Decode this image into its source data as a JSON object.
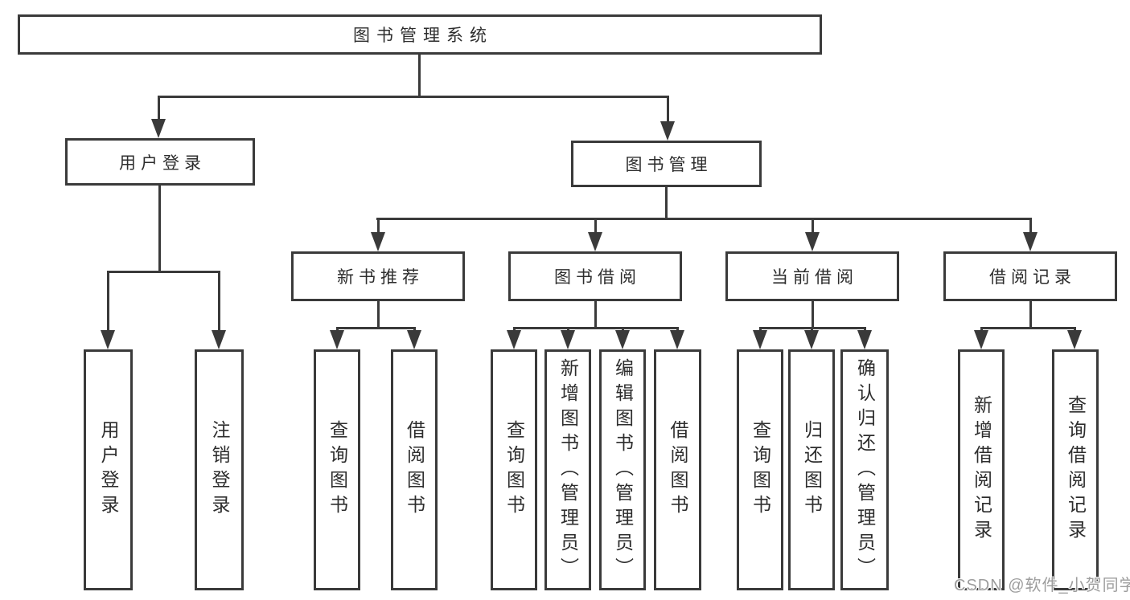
{
  "diagram": {
    "type": "hierarchy-tree",
    "colors": {
      "line": "#3a3a3a",
      "box_border": "#3a3a3a",
      "text": "#2d2d2d",
      "background": "#ffffff",
      "watermark": "#9d9d9d"
    },
    "tree": {
      "label": "图书管理系统",
      "children": [
        {
          "label": "用户登录",
          "children": [
            {
              "label": "用户登录"
            },
            {
              "label": "注销登录"
            }
          ]
        },
        {
          "label": "图书管理",
          "children": [
            {
              "label": "新书推荐",
              "children": [
                {
                  "label": "查询图书"
                },
                {
                  "label": "借阅图书"
                }
              ]
            },
            {
              "label": "图书借阅",
              "children": [
                {
                  "label": "查询图书"
                },
                {
                  "label": "新增图书（管理员）"
                },
                {
                  "label": "编辑图书（管理员）"
                },
                {
                  "label": "借阅图书"
                }
              ]
            },
            {
              "label": "当前借阅",
              "children": [
                {
                  "label": "查询图书"
                },
                {
                  "label": "归还图书"
                },
                {
                  "label": "确认归还（管理员）"
                }
              ]
            },
            {
              "label": "借阅记录",
              "children": [
                {
                  "label": "新增借阅记录"
                },
                {
                  "label": "查询借阅记录"
                }
              ]
            }
          ]
        }
      ]
    },
    "watermark": {
      "text": "CSDN @软件_小贺同学"
    }
  }
}
